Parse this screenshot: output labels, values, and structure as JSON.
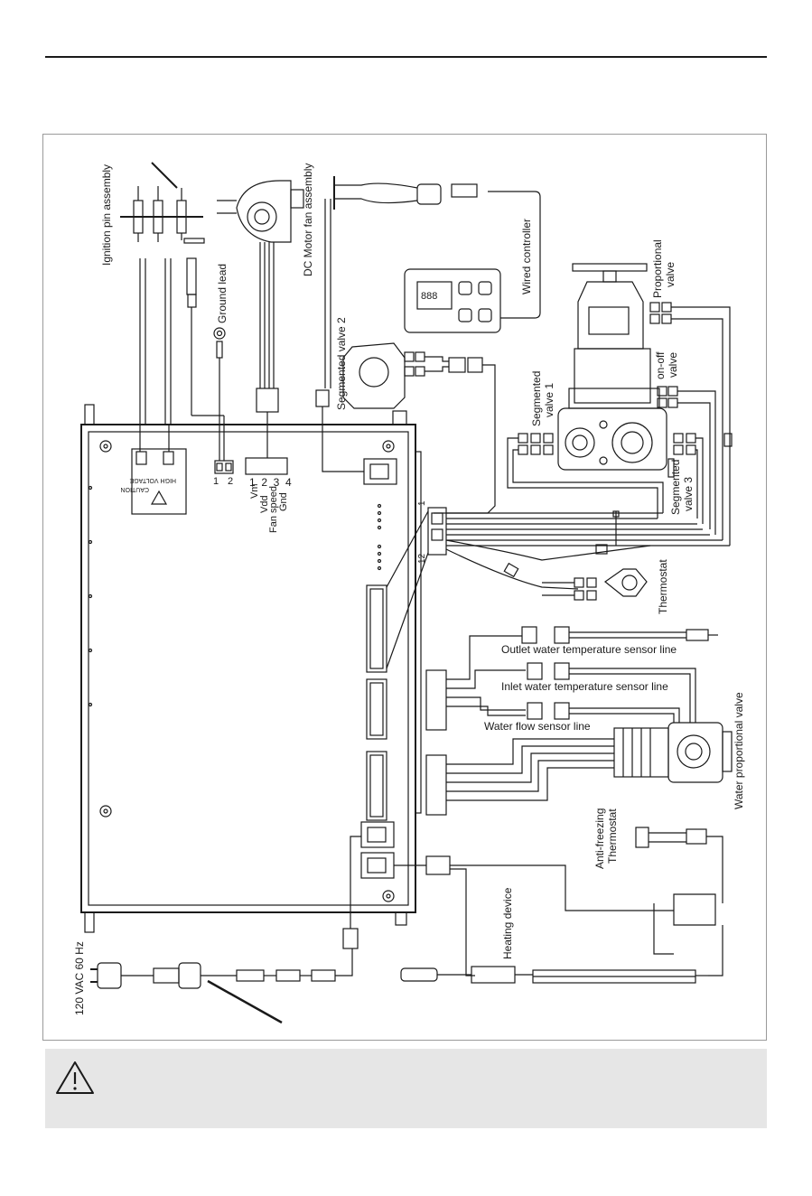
{
  "labels": {
    "ignition_pin_assembly": "Ignition pin assembly",
    "dc_motor_fan_assembly": "DC Motor fan assembly",
    "ground_lead": "Ground lead",
    "wired_controller": "Wired controller",
    "proportional_valve_1": "Proportional",
    "proportional_valve_2": "valve",
    "segmented_valve_2": "Segmented valve 2",
    "on_off_valve_1": "on-off",
    "on_off_valve_2": "valve",
    "segmented_valve_1_a": "Segmented",
    "segmented_valve_1_b": "valve 1",
    "segmented_valve_3_a": "Segmented",
    "segmented_valve_3_b": "valve 3",
    "thermostat": "Thermostat",
    "outlet_sensor": "Outlet water temperature sensor line",
    "inlet_sensor": "Inlet water temperature sensor line",
    "flow_sensor": "Water flow sensor line",
    "water_proportional_valve": "Water proportional valve",
    "anti_freezing_1": "Anti-freezing",
    "anti_freezing_2": "Thermostat",
    "heating_device": "Heating device",
    "power_supply": "120 VAC 60 Hz",
    "caution_1": "CAUTION",
    "caution_2": "HIGH VOLTAGE"
  },
  "fan_connector": {
    "pins": "1  2  3  4",
    "pin_names": [
      "Vm",
      "Vdd",
      "Fan speed",
      "Gnd"
    ]
  },
  "ground_connector": {
    "pin_1": "1",
    "pin_2": "2"
  },
  "harness_connector": {
    "pin_first": "1",
    "pin_last": "12"
  },
  "controller_display": "888",
  "colors": {
    "line": "#1a1a1a",
    "frame": "#9a9a9a",
    "warning_bg": "#e6e6e6",
    "board_fill": "#ffffff"
  }
}
